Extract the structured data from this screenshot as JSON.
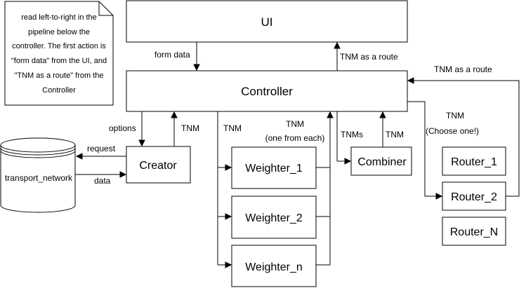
{
  "nodes": {
    "note": {
      "lines": [
        "read left-to-right in the",
        "pipeline below the",
        "controller. The first action is",
        "\"form data\" from the UI, and",
        "\"TNM as a route\" from the",
        "Controller"
      ]
    },
    "ui": "UI",
    "controller": "Controller",
    "creator": "Creator",
    "transport_network": "transport_network",
    "weighter_1": "Weighter_1",
    "weighter_2": "Weighter_2",
    "weighter_n": "Weighter_n",
    "combiner": "Combiner",
    "router_1": "Router_1",
    "router_2": "Router_2",
    "router_n": "Router_N"
  },
  "edges": {
    "form_data": "form data",
    "tnm_as_route_ui": "TNM as a route",
    "tnm_as_route_router": "TNM  as a route",
    "options": "options",
    "tnm_creator": "TNM",
    "request": "request",
    "data": "data",
    "tnm_weighters": "TNM",
    "tnm_one_each_1": "TNM",
    "tnm_one_each_2": "(one from each)",
    "tnms": "TNMs",
    "tnm_combiner": "TNM",
    "tnm_routers_1": "TNM",
    "tnm_routers_2": "(Choose one!)"
  }
}
